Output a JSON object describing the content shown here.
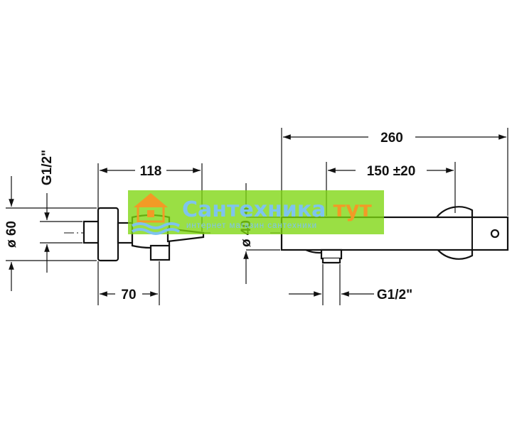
{
  "dimensions": {
    "overall_length": "260",
    "spout_offset": "150 ±20",
    "side_depth": "118",
    "wall_depth": "70",
    "outlet_thread_side": "G1/2\"",
    "outlet_thread_front": "G1/2\"",
    "escutcheon_diameter": "ø 60",
    "body_diameter": "ø 40"
  },
  "watermark": {
    "title_part1": "Сантехника",
    "title_part2": "тут",
    "subtitle": "интернет магазин сантехники",
    "band_color": "#7dd60f",
    "title_color": "#7ec3ee",
    "accent_color": "#f29a26"
  }
}
